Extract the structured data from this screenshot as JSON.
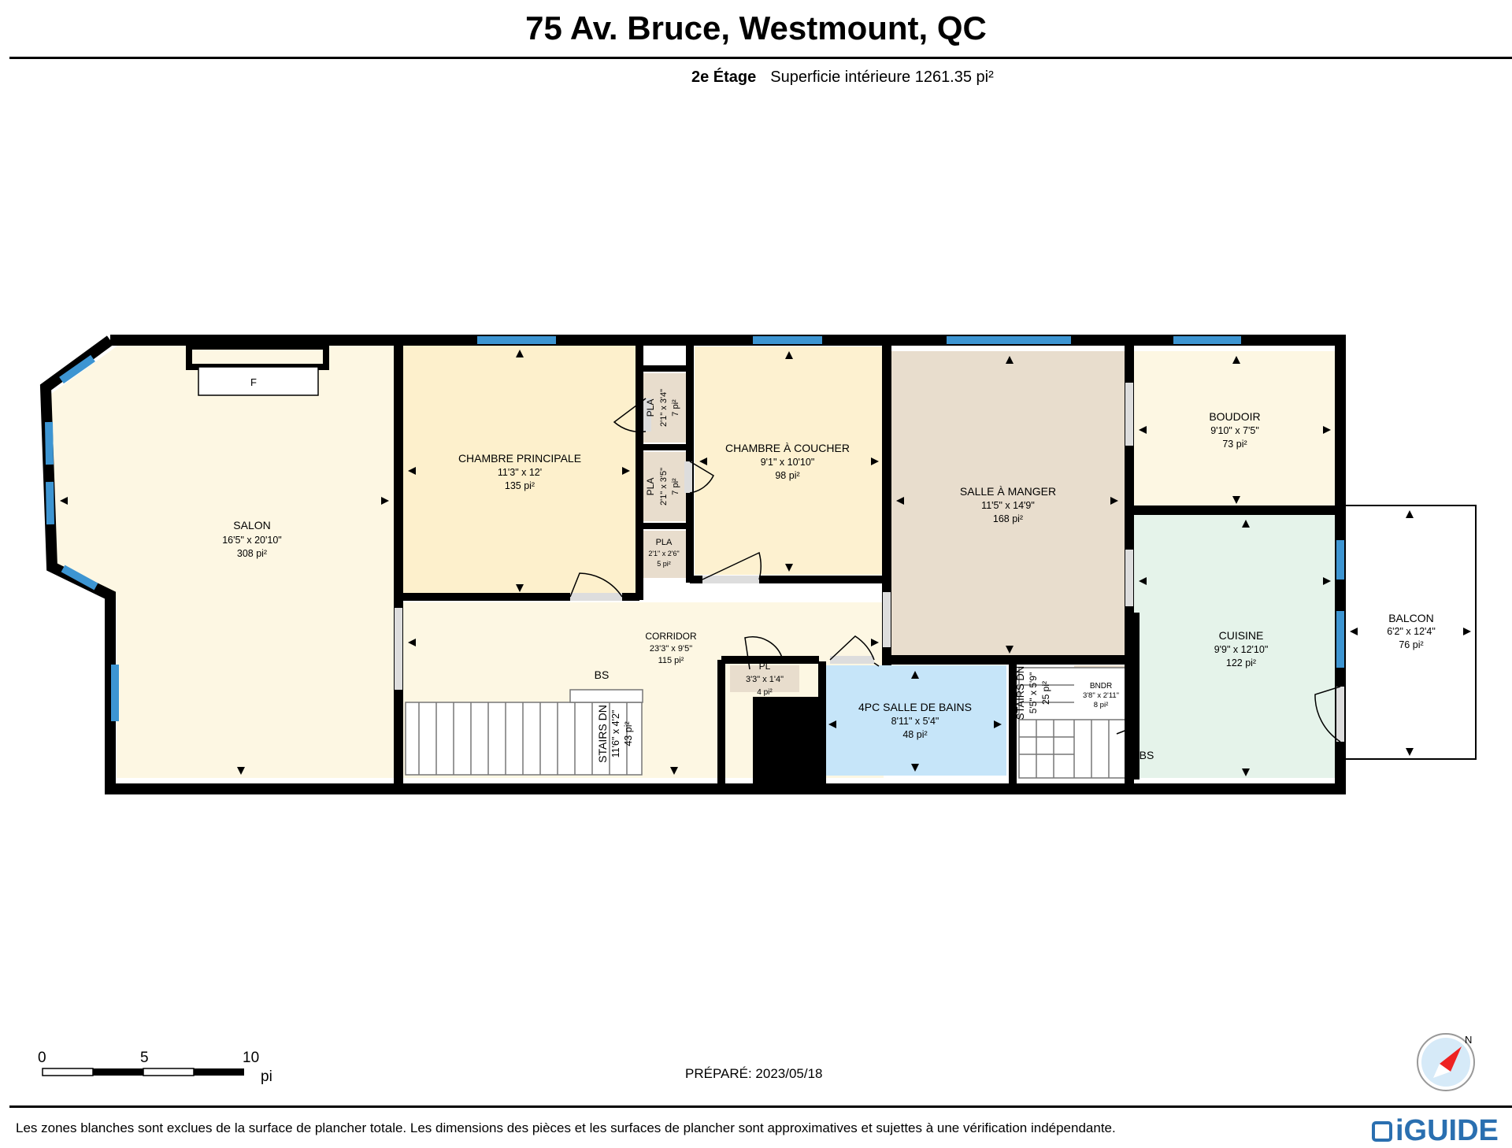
{
  "header": {
    "title": "75 Av. Bruce, Westmount, QC",
    "floor": "2e Étage",
    "area": "Superficie intérieure 1261.35 pi²"
  },
  "rooms": {
    "salon": {
      "name": "SALON",
      "dims": "16'5\" x 20'10\"",
      "area": "308 pi²"
    },
    "chambre_principale": {
      "name": "CHAMBRE PRINCIPALE",
      "dims": "11'3\" x 12'",
      "area": "135 pi²"
    },
    "chambre_coucher": {
      "name": "CHAMBRE À COUCHER",
      "dims": "9'1\" x 10'10\"",
      "area": "98 pi²"
    },
    "salle_manger": {
      "name": "SALLE À MANGER",
      "dims": "11'5\" x 14'9\"",
      "area": "168 pi²"
    },
    "boudoir": {
      "name": "BOUDOIR",
      "dims": "9'10\" x 7'5\"",
      "area": "73 pi²"
    },
    "cuisine": {
      "name": "CUISINE",
      "dims": "9'9\" x 12'10\"",
      "area": "122 pi²"
    },
    "balcon": {
      "name": "BALCON",
      "dims": "6'2\" x 12'4\"",
      "area": "76 pi²"
    },
    "corridor": {
      "name": "CORRIDOR",
      "dims": "23'3\" x 9'5\"",
      "area": "115 pi²"
    },
    "salle_bains": {
      "name": "4PC SALLE DE BAINS",
      "dims": "8'11\" x 5'4\"",
      "area": "48 pi²"
    },
    "stairs_left": {
      "name": "STAIRS DN",
      "dims": "11'6\" x 4'2\"",
      "area": "43 pi²"
    },
    "stairs_right": {
      "name": "STAIRS DN",
      "dims": "5'5\" x 5'9\"",
      "area": "25 pi²"
    },
    "pla1": {
      "name": "PLA",
      "dims": "2'1\" x 3'4\"",
      "area": "7 pi²"
    },
    "pla2": {
      "name": "PLA",
      "dims": "2'1\" x 3'5\"",
      "area": "7 pi²"
    },
    "pla3": {
      "name": "PLA",
      "dims": "2'1\" x 2'6\"",
      "area": "5 pi²"
    },
    "pl": {
      "name": "PL",
      "dims": "3'3\" x 1'4\"",
      "area": "4 pi²"
    },
    "bndr": {
      "name": "BNDR",
      "dims": "3'8\" x 2'11\"",
      "area": "8 pi²"
    }
  },
  "labels": {
    "fireplace": "F",
    "bs_left": "BS",
    "bs_right": "BS"
  },
  "scale": {
    "t0": "0",
    "t5": "5",
    "t10": "10",
    "unit": "pi"
  },
  "footer": {
    "prepared": "PRÉPARÉ: 2023/05/18",
    "disclaimer": "Les zones blanches sont exclues de la surface de plancher totale. Les dimensions des pièces et les surfaces de plancher sont approximatives et sujettes à une vérification indépendante.",
    "logo": "iGUIDE"
  },
  "compass_label": "N",
  "colors": {
    "salon": "#fdf7e3",
    "chambre_principale": "#fdf0cc",
    "chambre_coucher": "#fdf1d0",
    "salle_manger": "#e8ddcd",
    "boudoir": "#fdf7e3",
    "cuisine": "#e5f3ea",
    "corridor": "#fdf7e3",
    "salle_bains": "#c6e5f9",
    "closet": "#e8ddcd",
    "window": "#3d95d2",
    "wall": "#000000"
  }
}
